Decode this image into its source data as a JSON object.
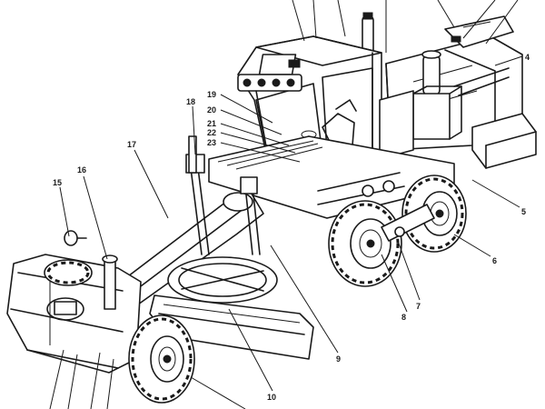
{
  "callouts": [
    {
      "id": "4",
      "label": "4"
    },
    {
      "id": "5",
      "label": "5"
    },
    {
      "id": "6",
      "label": "6"
    },
    {
      "id": "7",
      "label": "7"
    },
    {
      "id": "8",
      "label": "8"
    },
    {
      "id": "9",
      "label": "9"
    },
    {
      "id": "10",
      "label": "10"
    },
    {
      "id": "15",
      "label": "15"
    },
    {
      "id": "16",
      "label": "16"
    },
    {
      "id": "17",
      "label": "17"
    },
    {
      "id": "18",
      "label": "18"
    },
    {
      "id": "19",
      "label": "19"
    },
    {
      "id": "20",
      "label": "20"
    },
    {
      "id": "21",
      "label": "21"
    },
    {
      "id": "22",
      "label": "22"
    },
    {
      "id": "23",
      "label": "23"
    }
  ]
}
